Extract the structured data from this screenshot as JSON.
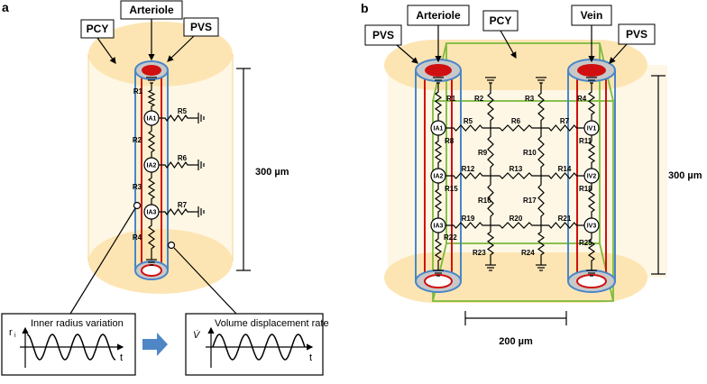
{
  "panel_a": {
    "letter": "a",
    "labels": {
      "pcy": "PCY",
      "arteriole": "Arteriole",
      "pvs": "PVS"
    },
    "resistors": [
      "R1",
      "R2",
      "R3",
      "R4",
      "R5",
      "R6",
      "R7"
    ],
    "sources": [
      "IA1",
      "IA2",
      "IA3"
    ],
    "height_label": "300 µm",
    "plot_left": {
      "title": "Inner radius variation",
      "ylabel": "r",
      "ysub": "i",
      "xlabel": "t"
    },
    "plot_right": {
      "title": "Volume displacement rate",
      "ylabel": "V̇",
      "xlabel": "t"
    }
  },
  "panel_b": {
    "letter": "b",
    "labels": {
      "pvs_left": "PVS",
      "arteriole": "Arteriole",
      "pcy": "PCY",
      "vein": "Vein",
      "pvs_right": "PVS"
    },
    "resistors": [
      "R1",
      "R2",
      "R3",
      "R4",
      "R5",
      "R6",
      "R7",
      "R8",
      "R9",
      "R10",
      "R11",
      "R12",
      "R13",
      "R14",
      "R15",
      "R16",
      "R17",
      "R18",
      "R19",
      "R20",
      "R21",
      "R22",
      "R23",
      "R24",
      "R25"
    ],
    "sources": [
      "IA1",
      "IA2",
      "IA3",
      "IV1",
      "IV2",
      "IV3"
    ],
    "height_label": "300 µm",
    "width_label": "200 µm"
  },
  "colors": {
    "pcy_fill": "#fde5b3",
    "vessel_red": "#d01010",
    "pvs_blue": "#4a86c8",
    "pvs_gray": "#c8c8c8",
    "pcy_green": "#7dbb3d",
    "arrow_blue": "#4f86c6"
  },
  "icons": {
    "between_plots": "right-arrow-icon"
  }
}
